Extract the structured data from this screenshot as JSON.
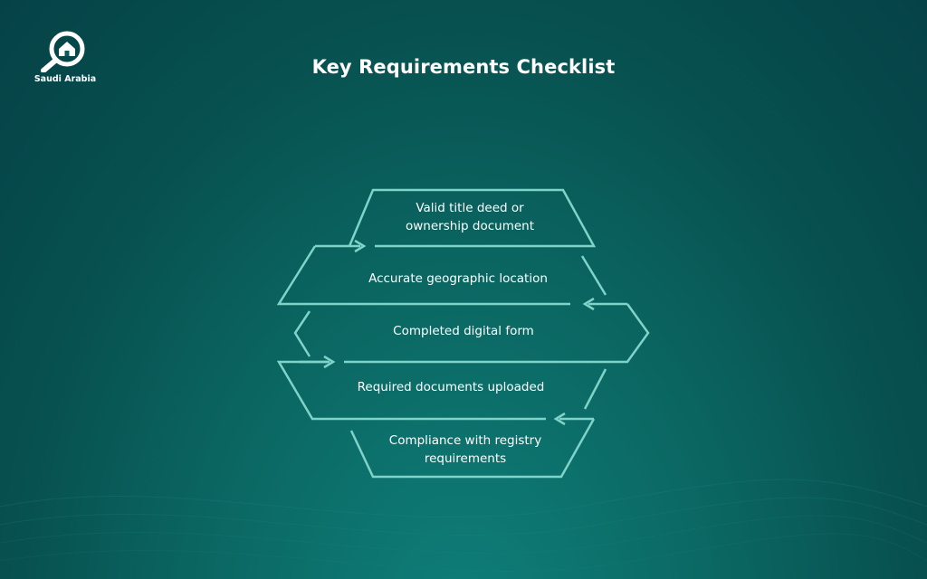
{
  "brand": {
    "caption": "Saudi Arabia",
    "logo_icon": "house-magnifier-icon"
  },
  "title": "Key Requirements Checklist",
  "colors": {
    "background_top": "#054247",
    "background_bottom": "#0f7f7a",
    "outline": "#7fd3c9",
    "text": "#ffffff"
  },
  "steps": [
    {
      "label_lines": [
        "Valid title deed or",
        "ownership document"
      ]
    },
    {
      "label_lines": [
        "Accurate geographic location"
      ]
    },
    {
      "label_lines": [
        "Completed digital form"
      ]
    },
    {
      "label_lines": [
        "Required documents uploaded"
      ]
    },
    {
      "label_lines": [
        "Compliance with registry",
        "requirements"
      ]
    }
  ]
}
